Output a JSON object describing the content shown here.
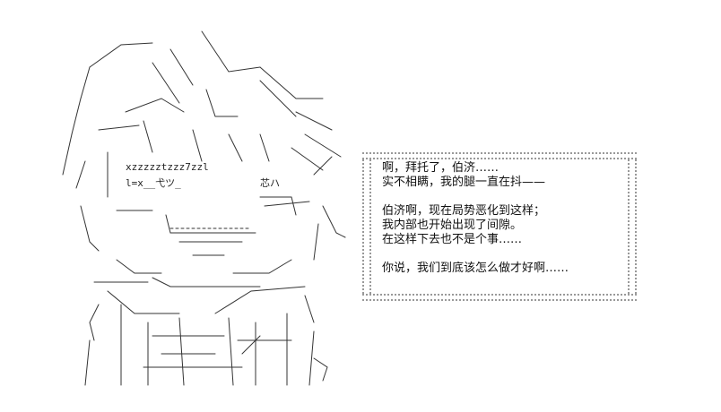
{
  "ascii_art": {
    "label_row1": "xzzzzztzzz7zzl",
    "label_row2": "l=x__弋ツ_",
    "label_row3": "芯ハ"
  },
  "dialogue": {
    "lines": [
      "啊，拜托了，伯济……",
      "实不相瞒，我的腿一直在抖——",
      "",
      "伯济啊，现在局势恶化到这样；",
      "我内部也开始出现了间隙。",
      "在这样下去也不是个事……",
      "",
      "你说，我们到底该怎么做才好啊……"
    ]
  }
}
